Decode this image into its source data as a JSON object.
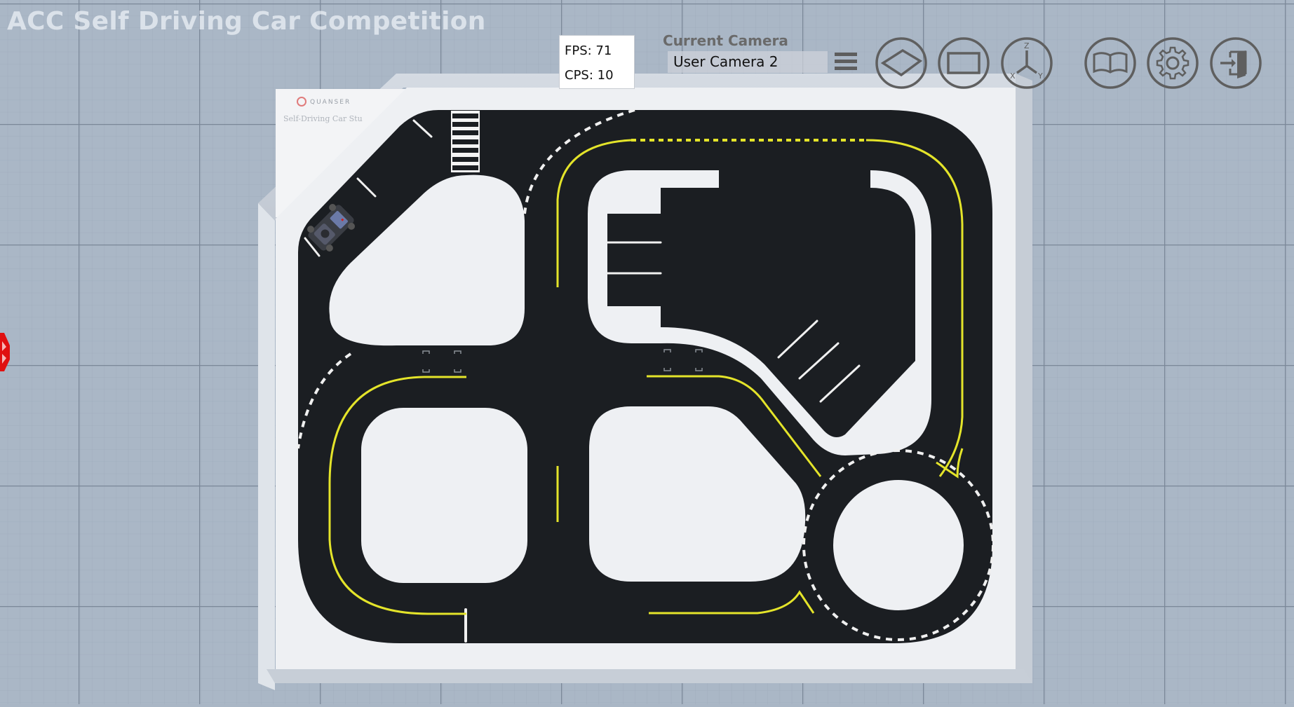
{
  "app": {
    "title": "ACC Self Driving Car Competition"
  },
  "stats": {
    "fps_label": "FPS: 71",
    "cps_label": "CPS: 10",
    "fps": 71,
    "cps": 10
  },
  "camera": {
    "label": "Current Camera",
    "selected": "User Camera 2",
    "menu_icon": "hamburger-menu-icon"
  },
  "toolbar": {
    "view_buttons": [
      {
        "name": "perspective-view",
        "icon": "perspective-plane-icon"
      },
      {
        "name": "top-view",
        "icon": "rectangle-view-icon"
      },
      {
        "name": "axis-view",
        "icon": "xyz-axis-icon",
        "axis_labels": [
          "Z",
          "X",
          "Y"
        ]
      }
    ],
    "app_buttons": [
      {
        "name": "help",
        "icon": "book-icon"
      },
      {
        "name": "settings",
        "icon": "gear-icon"
      },
      {
        "name": "exit",
        "icon": "exit-door-icon"
      }
    ]
  },
  "scene": {
    "banner_brand": "QUANSER",
    "banner_text": "Self-Driving Car Stu",
    "vehicle": "QCar",
    "colors": {
      "background": "#a9b6c5",
      "grid_major": "#7d8a9a",
      "mat": "#eef0f3",
      "wall": "#c9d0d9",
      "asphalt": "#1a1d21",
      "lane_yellow": "#e6e62a",
      "lane_white": "#f2f2f2",
      "axis_marker": "#e01010"
    }
  }
}
